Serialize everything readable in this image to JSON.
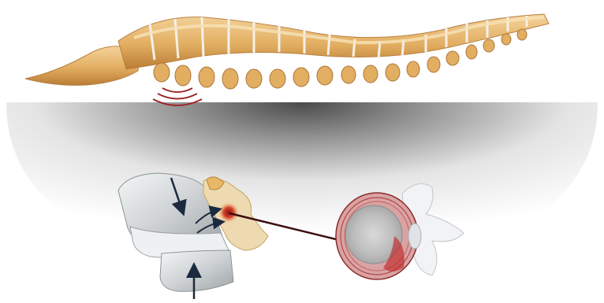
{
  "illustration": {
    "subject": "spine",
    "panels": [
      "spine-side-view",
      "vertebral-segment-closeup",
      "disc-cross-section"
    ],
    "colors": {
      "bone": "#e6b872",
      "bone_shadow": "#c58f45",
      "bone_highlight": "#f6dcaa",
      "disc": "#ecebf4",
      "shade": "#5c5c5c",
      "arrow": "#1b2a3e",
      "pointer": "#3b0d0d",
      "pain_red": "#c0282a",
      "pain_waves": "#9e2a2a",
      "glass_body": "#d9dcdd"
    }
  }
}
